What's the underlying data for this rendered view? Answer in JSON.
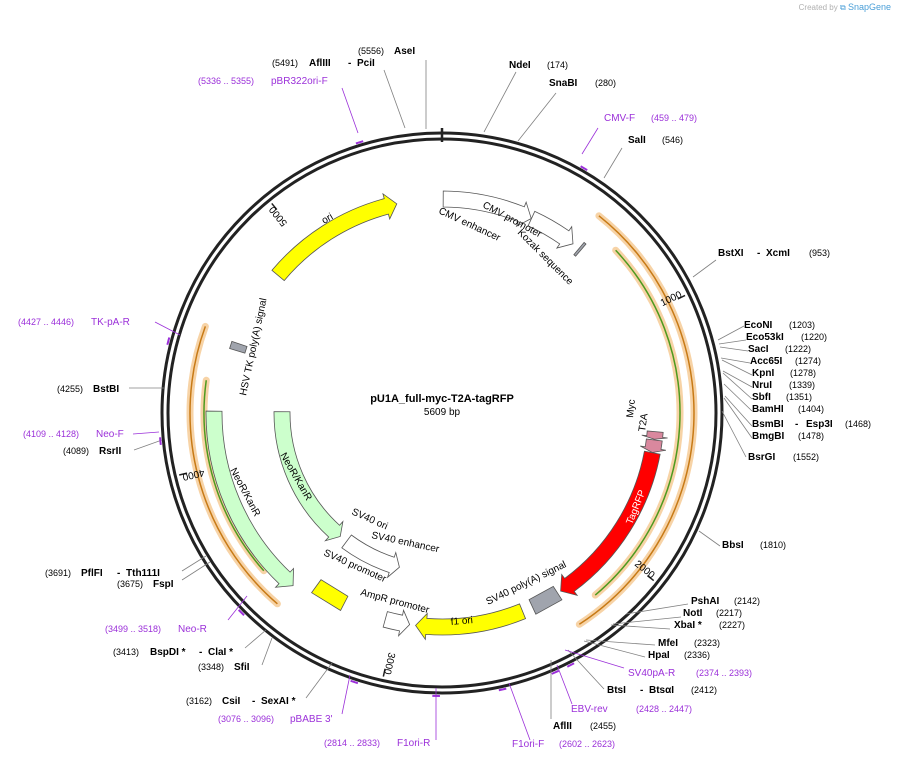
{
  "app": {
    "credit_prefix": "Created by",
    "credit_brand": "SnapGene"
  },
  "plasmid": {
    "name": "pU1A_full-myc-T2A-tagRFP",
    "size_label": "5609 bp",
    "length": 5609
  },
  "colors": {
    "yellow": "#ffff00",
    "light_green": "#ccffcc",
    "red": "#ff0000",
    "pink": "#d9889e",
    "gray": "#a0a4ad",
    "primer": "#9b30d9",
    "orange_band": "#f5c890",
    "orf_orange": "#c77a16",
    "orf_green": "#4e9a1f"
  },
  "ticks": [
    {
      "pos": 1000,
      "label": "1000"
    },
    {
      "pos": 2000,
      "label": "2000"
    },
    {
      "pos": 3000,
      "label": "3000"
    },
    {
      "pos": 4000,
      "label": "4000"
    },
    {
      "pos": 5000,
      "label": "5000"
    }
  ],
  "features": [
    {
      "name": "CMV enhancer",
      "start": 5,
      "end": 384,
      "type": "arrow",
      "color": "#ffffff",
      "ring": 3
    },
    {
      "name": "CMV promoter",
      "start": 385,
      "end": 588,
      "type": "arrow",
      "color": "#ffffff",
      "ring": 3
    },
    {
      "name": "Kozak sequence",
      "start": 620,
      "end": 630,
      "type": "block",
      "color": "#a0a4ad",
      "ring": 3
    },
    {
      "name": "Myc",
      "start": 1480,
      "end": 1512,
      "type": "arrow",
      "color": "#d9889e",
      "ring": 3
    },
    {
      "name": "T2A",
      "start": 1515,
      "end": 1568,
      "type": "arrow",
      "color": "#d9889e",
      "ring": 3
    },
    {
      "name": "TagRFP",
      "start": 1569,
      "end": 2280,
      "type": "arrow",
      "color": "#ff0000",
      "ring": 3
    },
    {
      "name": "SV40 poly(A) signal",
      "start": 2295,
      "end": 2415,
      "type": "block",
      "color": "#a0a4ad",
      "ring": 3
    },
    {
      "name": "f1 ori",
      "start": 2460,
      "end": 2915,
      "type": "arrow",
      "color": "#ffff00",
      "ring": 3
    },
    {
      "name": "AmpR promoter",
      "start": 2940,
      "end": 3044,
      "type": "arrowrev",
      "color": "#ffffff",
      "ring": 3
    },
    {
      "name": "SV40 promoter",
      "start": 3045,
      "end": 3375,
      "type": "arrowrev",
      "color": "#ffffff",
      "ring": 4
    },
    {
      "name": "SV40 enhancer",
      "start": 3380,
      "end": 3450,
      "type": "label",
      "color": "#ffffff",
      "ring": 4
    },
    {
      "name": "SV40 ori",
      "start": 3228,
      "end": 3365,
      "type": "block",
      "color": "#ffff00",
      "ring": 3
    },
    {
      "name": "NeoR/KanR",
      "start": 3420,
      "end": 4214,
      "type": "arrowrev",
      "color": "#ccffcc",
      "ring": 4
    },
    {
      "name": "NeoR/KanR",
      "start": 3440,
      "end": 4214,
      "type": "arrowrev",
      "color": "#ccffcc",
      "ring": 2
    },
    {
      "name": "HSV TK poly(A) signal",
      "start": 4470,
      "end": 4500,
      "type": "block",
      "color": "#a0a4ad",
      "ring": 3
    },
    {
      "name": "ori",
      "start": 4830,
      "end": 5419,
      "type": "arrow",
      "color": "#ffff00",
      "ring": 3
    }
  ],
  "sites": [
    {
      "name": "AseI",
      "pos": "(5556)",
      "loc": 5556
    },
    {
      "name": "AflIII",
      "name2": "PciI",
      "pos": "(5491)",
      "loc": 5491
    },
    {
      "name": "NdeI",
      "pos": "(174)",
      "loc": 174
    },
    {
      "name": "SnaBI",
      "pos": "(280)",
      "loc": 280
    },
    {
      "name": "SalI",
      "pos": "(546)",
      "loc": 546
    },
    {
      "name": "BstXI",
      "name2": "XcmI",
      "pos": "(953)",
      "loc": 953
    },
    {
      "name": "EcoNI",
      "pos": "(1203)",
      "loc": 1203
    },
    {
      "name": "Eco53kI",
      "pos": "(1220)",
      "loc": 1220
    },
    {
      "name": "SacI",
      "pos": "(1222)",
      "loc": 1222
    },
    {
      "name": "Acc65I",
      "pos": "(1274)",
      "loc": 1274
    },
    {
      "name": "KpnI",
      "pos": "(1278)",
      "loc": 1278
    },
    {
      "name": "NruI",
      "pos": "(1339)",
      "loc": 1339
    },
    {
      "name": "SbfI",
      "pos": "(1351)",
      "loc": 1351
    },
    {
      "name": "BamHI",
      "pos": "(1404)",
      "loc": 1404
    },
    {
      "name": "BsmBI",
      "name2": "Esp3I",
      "pos": "(1468)",
      "loc": 1468
    },
    {
      "name": "BmgBI",
      "pos": "(1478)",
      "loc": 1478
    },
    {
      "name": "BsrGI",
      "pos": "(1552)",
      "loc": 1552
    },
    {
      "name": "BbsI",
      "pos": "(1810)",
      "loc": 1810
    },
    {
      "name": "PshAI",
      "pos": "(2142)",
      "loc": 2142
    },
    {
      "name": "NotI",
      "pos": "(2217)",
      "loc": 2217
    },
    {
      "name": "XbaI *",
      "pos": "(2227)",
      "loc": 2227
    },
    {
      "name": "MfeI",
      "pos": "(2323)",
      "loc": 2323
    },
    {
      "name": "HpaI",
      "pos": "(2336)",
      "loc": 2336
    },
    {
      "name": "BtsI",
      "name2": "BtsαI",
      "pos": "(2412)",
      "loc": 2412
    },
    {
      "name": "AflII",
      "pos": "(2455)",
      "loc": 2455
    },
    {
      "name": "CsiI",
      "name2": "SexAI *",
      "pos": "(3162)",
      "loc": 3162
    },
    {
      "name": "SfiI",
      "pos": "(3348)",
      "loc": 3348
    },
    {
      "name": "BspDI *",
      "name2": "ClaI *",
      "pos": "(3413)",
      "loc": 3413
    },
    {
      "name": "FspI",
      "pos": "(3675)",
      "loc": 3675
    },
    {
      "name": "PflFI",
      "name2": "Tth111I",
      "pos": "(3691)",
      "loc": 3691
    },
    {
      "name": "RsrII",
      "pos": "(4089)",
      "loc": 4089
    },
    {
      "name": "BstBI",
      "pos": "(4255)",
      "loc": 4255
    }
  ],
  "primers": [
    {
      "name": "pBR322ori-F",
      "range": "(5336 .. 5355)",
      "loc": 5345
    },
    {
      "name": "CMV-F",
      "range": "(459 .. 479)",
      "loc": 469
    },
    {
      "name": "TK-pA-R",
      "range": "(4427 .. 4446)",
      "loc": 4436
    },
    {
      "name": "Neo-F",
      "range": "(4109 .. 4128)",
      "loc": 4118
    },
    {
      "name": "Neo-R",
      "range": "(3499 .. 3518)",
      "loc": 3508
    },
    {
      "name": "pBABE 3'",
      "range": "(3076 .. 3096)",
      "loc": 3086
    },
    {
      "name": "F1ori-R",
      "range": "(2814 .. 2833)",
      "loc": 2823
    },
    {
      "name": "F1ori-F",
      "range": "(2602 .. 2623)",
      "loc": 2612
    },
    {
      "name": "EBV-rev",
      "range": "(2428 .. 2447)",
      "loc": 2437
    },
    {
      "name": "SV40pA-R",
      "range": "(2374 .. 2393)",
      "loc": 2383
    }
  ],
  "orfs": [
    {
      "start": 600,
      "end": 2290,
      "ring": "outer"
    },
    {
      "start": 730,
      "end": 2180,
      "ring": "inner"
    },
    {
      "start": 3440,
      "end": 4520,
      "ring": "outer"
    },
    {
      "start": 3560,
      "end": 4330,
      "ring": "inner"
    }
  ]
}
